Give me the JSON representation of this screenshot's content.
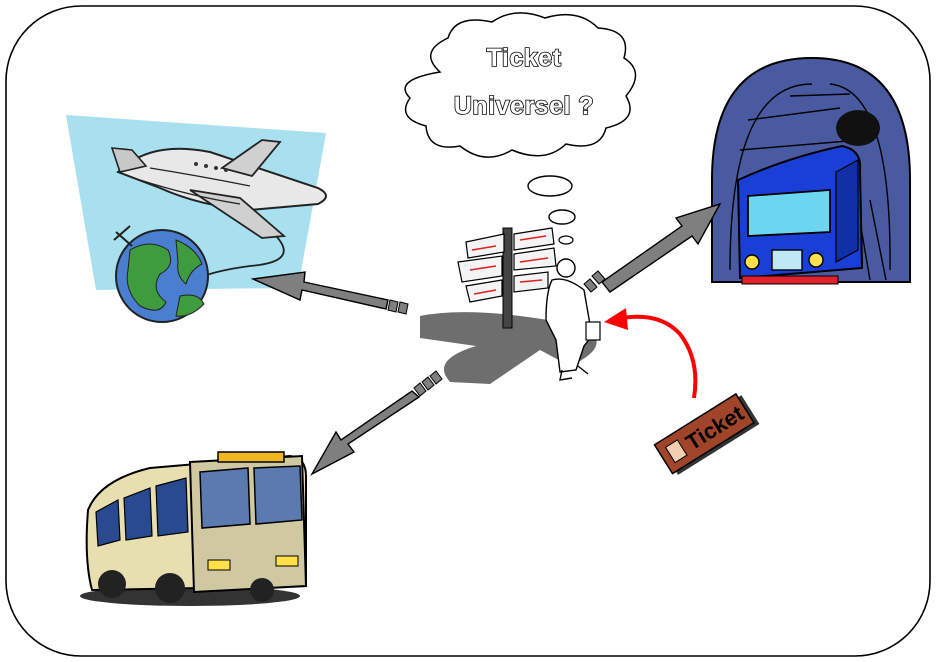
{
  "thought_bubble": {
    "line1": "Ticket",
    "line2": "Universel ?"
  },
  "ticket": {
    "label": "Ticket"
  },
  "colors": {
    "frame": "#000000",
    "arrow_fill": "#7f7f7f",
    "red_arrow": "#ff0000",
    "sky": "#a8e0f0",
    "tunnel": "#3d4a8a",
    "train": "#1a3fd6",
    "ticket_body": "#a0442a"
  },
  "icons": [
    "airplane-globe-icon",
    "train-tunnel-icon",
    "bus-icon",
    "signpost-man-icon",
    "ticket-icon"
  ]
}
